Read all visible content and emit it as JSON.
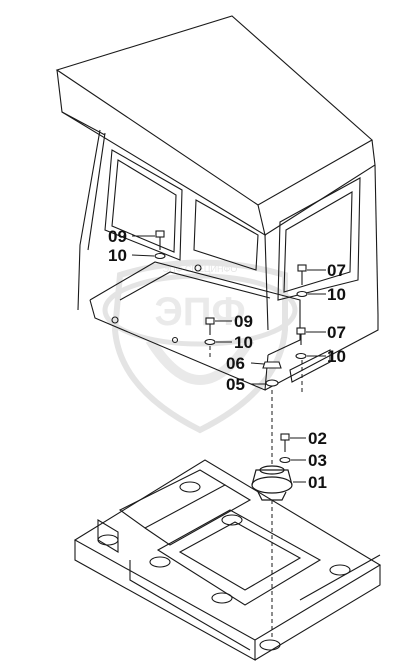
{
  "callouts": [
    {
      "id": "c09a",
      "label": "09"
    },
    {
      "id": "c10a",
      "label": "10"
    },
    {
      "id": "c07a",
      "label": "07"
    },
    {
      "id": "c10b",
      "label": "10"
    },
    {
      "id": "c09b",
      "label": "09"
    },
    {
      "id": "c10c",
      "label": "10"
    },
    {
      "id": "c07b",
      "label": "07"
    },
    {
      "id": "c10d",
      "label": "10"
    },
    {
      "id": "c06",
      "label": "06"
    },
    {
      "id": "c05",
      "label": "05"
    },
    {
      "id": "c02",
      "label": "02"
    },
    {
      "id": "c03",
      "label": "03"
    },
    {
      "id": "c01",
      "label": "01"
    }
  ],
  "watermark": {
    "logo_text": "ЭПФ",
    "top_text": "ЭПФ СПЕЦИНФО"
  },
  "colors": {
    "line": "#1a1a1a",
    "watermark": "#d6d6d6"
  }
}
